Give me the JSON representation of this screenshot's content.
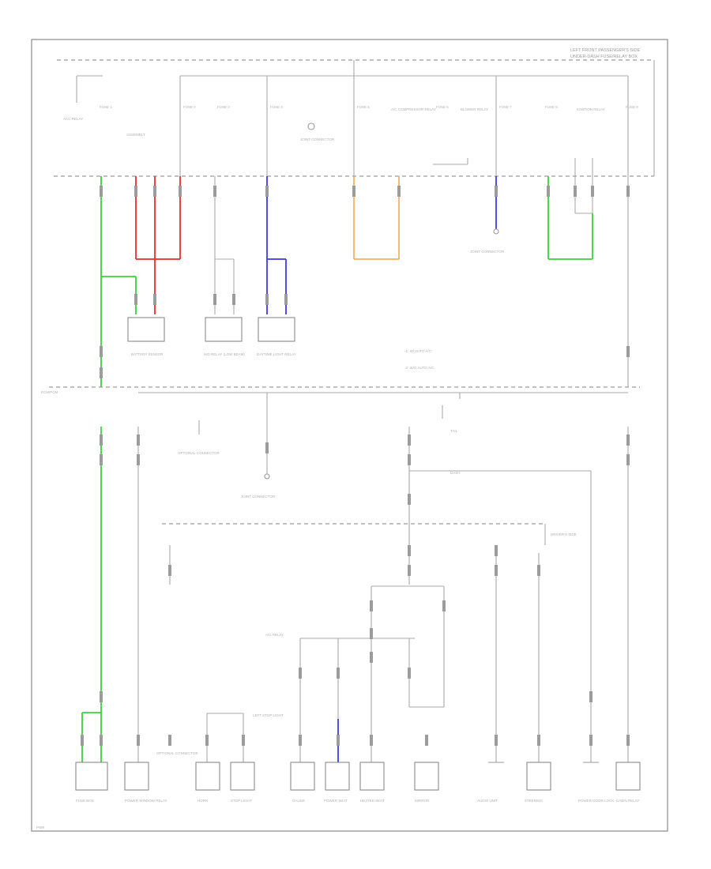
{
  "header": {
    "title_line1": "LEFT FRONT PASSENGER'S SIDE",
    "title_line2": "UNDER-DASH FUSE/RELAY BOX"
  },
  "fuses": [
    {
      "id": "fuse-1",
      "label": "FUSE 1"
    },
    {
      "id": "fuse-2",
      "label": "FUSE 2"
    },
    {
      "id": "fuse-3",
      "label": "FUSE 3"
    },
    {
      "id": "fuse-4",
      "label": "FUSE 4"
    },
    {
      "id": "fuse-5",
      "label": "FUSE 5"
    },
    {
      "id": "fuse-6",
      "label": "FUSE 6"
    },
    {
      "id": "fuse-7",
      "label": "FUSE 7"
    },
    {
      "id": "fuse-8",
      "label": "FUSE 8"
    },
    {
      "id": "fuse-9",
      "label": "FUSE 9"
    }
  ],
  "relays": {
    "left": "ACC RELAY",
    "acc_compressor": "A/C COMPRESSOR RELAY",
    "blower": "BLOWER RELAY",
    "ignition": "IGNITION RELAY",
    "assembly": "ASSEMBLY"
  },
  "components_top": {
    "battery_sensor": "BATTERY SENSOR",
    "hid_relay": "HID RELAY (LOW BEAM)",
    "daytime_light_relay": "DAYTIME LIGHT RELAY",
    "joint_connector_top": "JOINT CONNECTOR",
    "joint_connector_right": "JOINT CONNECTOR"
  },
  "legend": {
    "line1": "-1: W/ AUTO A/C",
    "line2": "-2: W/O AUTO A/C"
  },
  "components_mid": {
    "ecm_pcm": "ECM/PCM",
    "optional_connector": "OPTIONAL CONNECTOR",
    "joint_connector_mid": "JOINT CONNECTOR",
    "taillight_note": "TAIL",
    "dash_note": "DASH",
    "driver_note": "DRIVER'S SIDE"
  },
  "components_bottom": {
    "relay_split": "A/C RELAY",
    "stop_note": "LEFT STOP LIGHT",
    "c1": "FUSE BOX",
    "c2": "POWER WINDOW RELAY",
    "c3": "OPTIONAL CONNECTOR",
    "c4": "HORN",
    "c5": "STOP LIGHT",
    "c6": "GAUGE",
    "c7": "POWER SEAT",
    "c8": "HEATED SEAT",
    "c9": "MIRROR",
    "c10": "AUDIO UNIT",
    "c11": "STEERING",
    "c12": "POWER DOOR LOCK",
    "c13": "CABIN RELAY"
  },
  "footer": {
    "page_code": "PWR"
  }
}
